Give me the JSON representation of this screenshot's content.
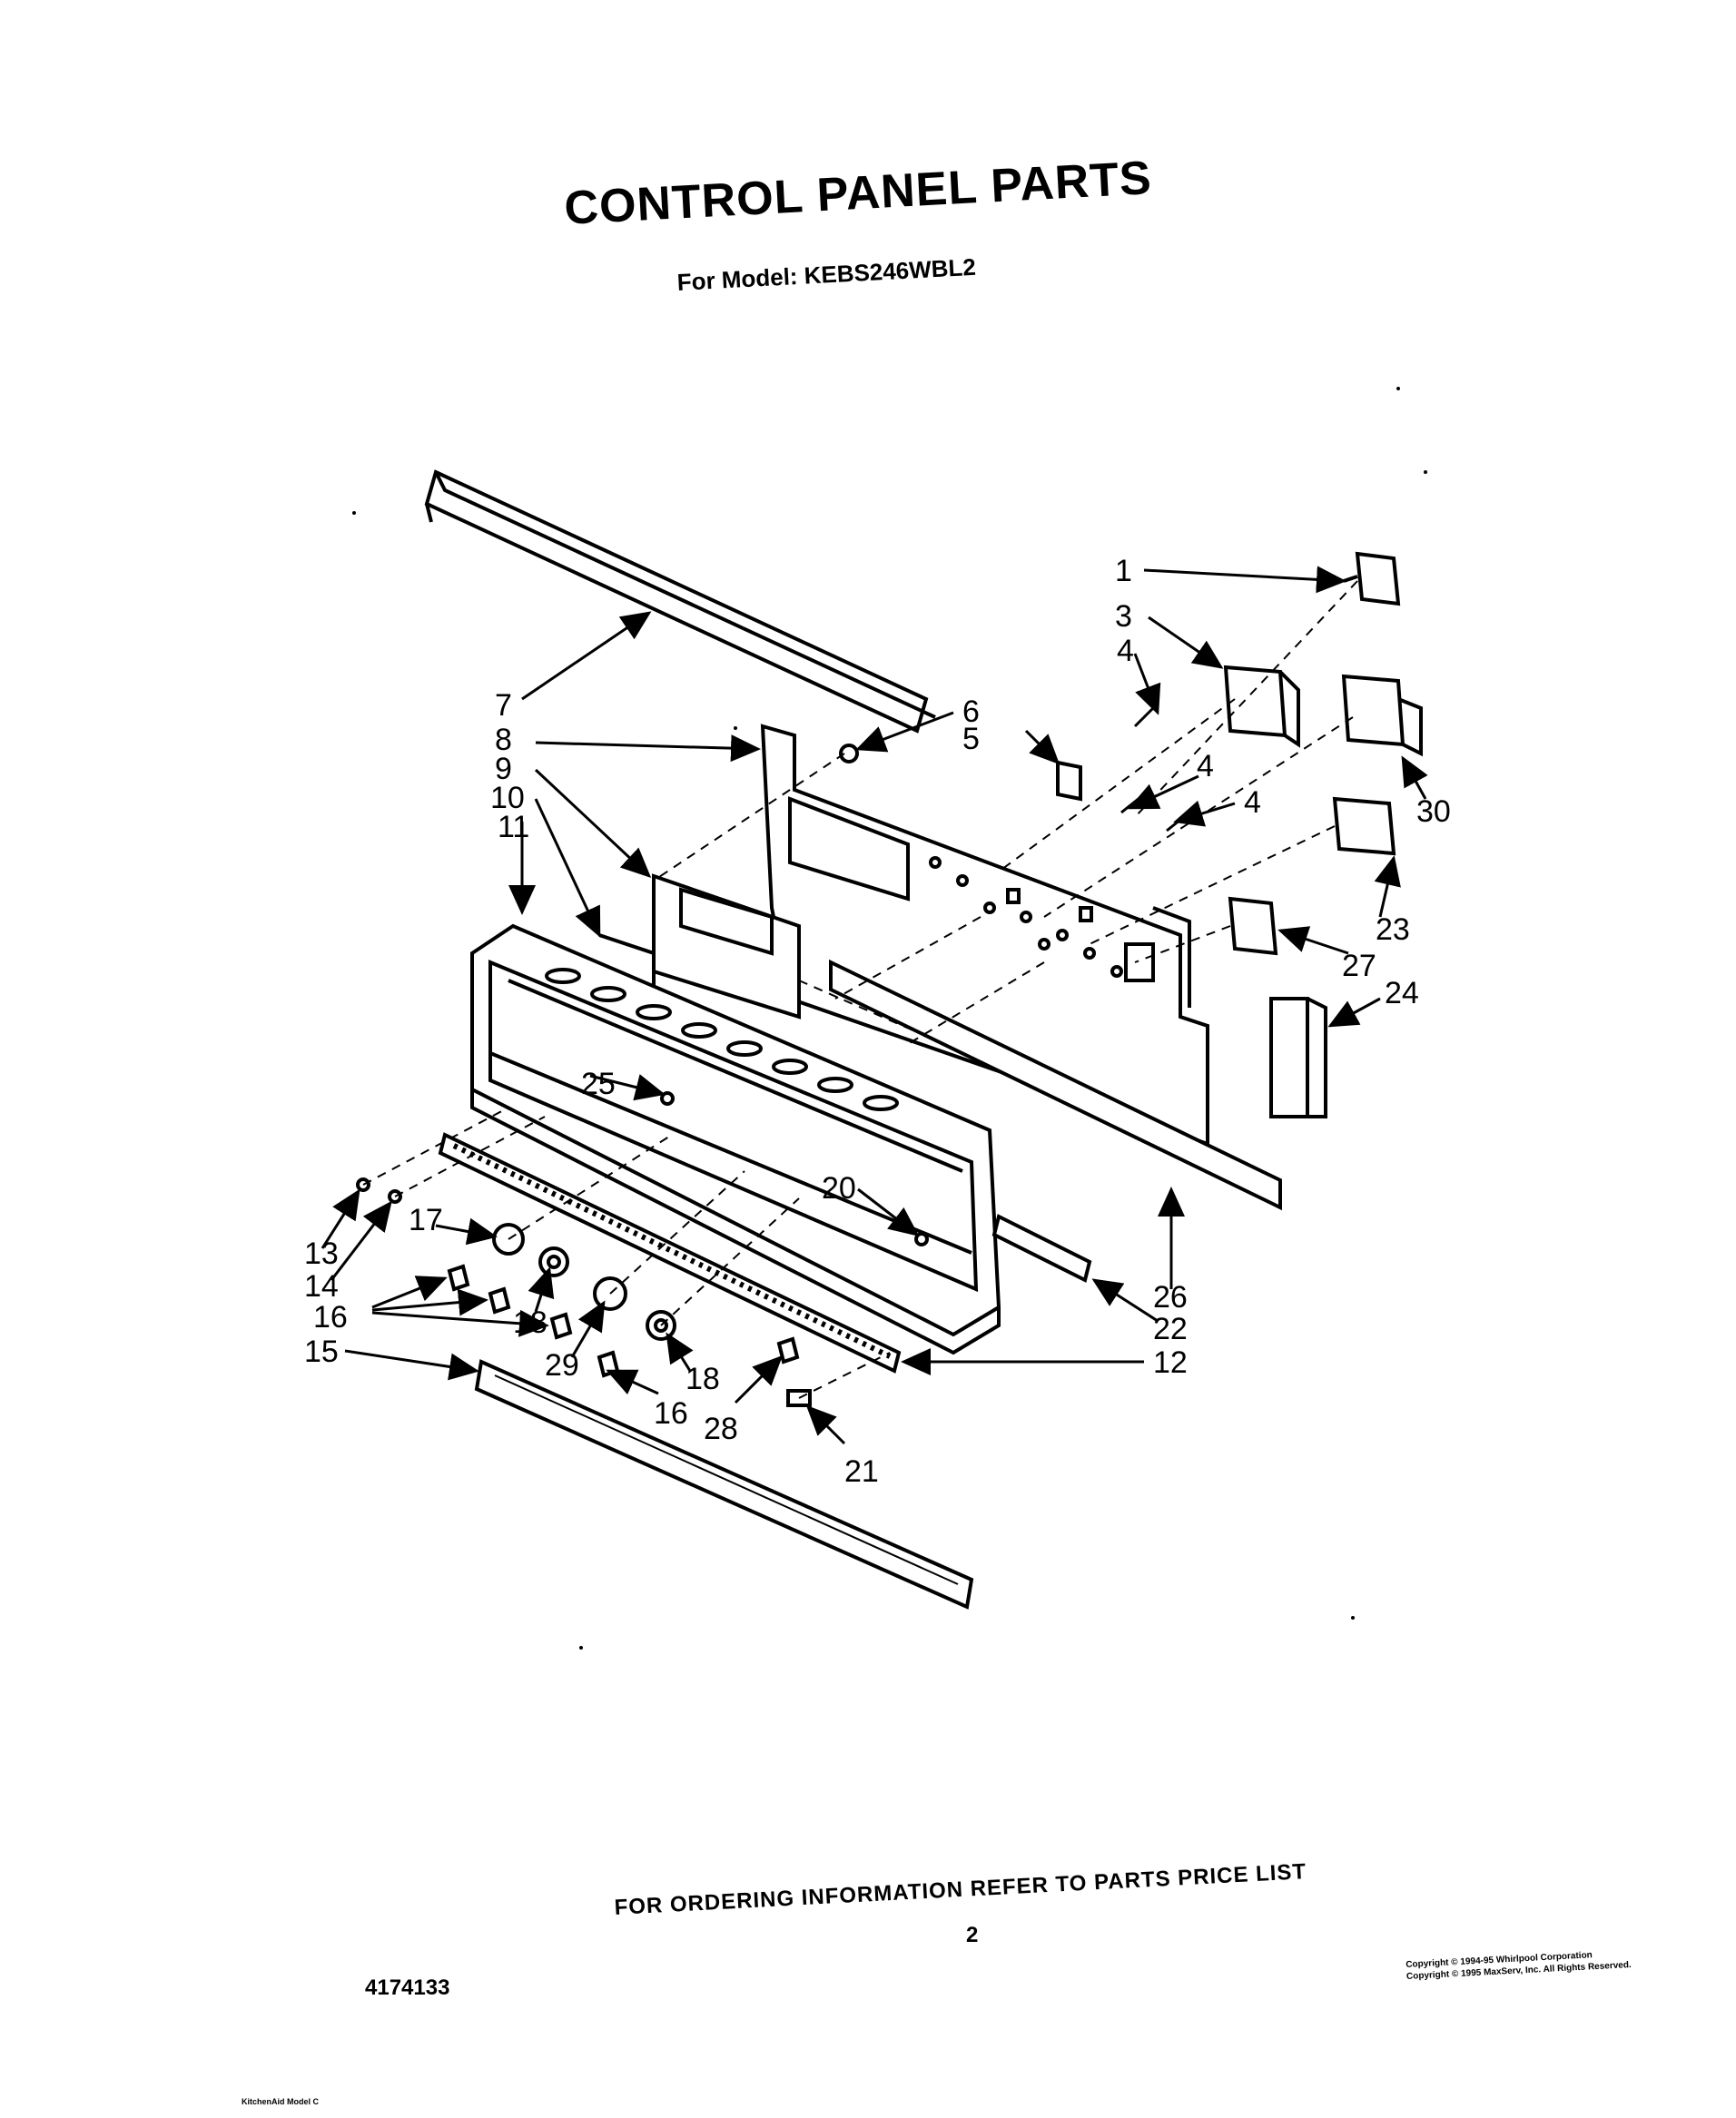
{
  "header": {
    "title": "CONTROL PANEL PARTS",
    "subtitle": "For Model: KEBS246WBL2"
  },
  "diagram": {
    "callouts": {
      "c1": "1",
      "c3": "3",
      "c4a": "4",
      "c4b": "4",
      "c4c": "4",
      "c5": "5",
      "c6": "6",
      "c7": "7",
      "c8": "8",
      "c9": "9",
      "c10": "10",
      "c11": "11",
      "c12": "12",
      "c13": "13",
      "c14": "14",
      "c15": "15",
      "c16a": "16",
      "c16b": "16",
      "c17": "17",
      "c18a": "18",
      "c18b": "18",
      "c20": "20",
      "c21": "21",
      "c22": "22",
      "c23": "23",
      "c24": "24",
      "c25": "25",
      "c26": "26",
      "c27": "27",
      "c28": "28",
      "c29": "29",
      "c30": "30"
    }
  },
  "footer": {
    "ordering_note": "FOR ORDERING INFORMATION REFER TO PARTS PRICE LIST",
    "page_number": "2",
    "document_number": "4174133",
    "copyright_line1": "Copyright © 1994-95 Whirlpool Corporation",
    "copyright_line2": "Copyright © 1995 MaxServ, Inc. All Rights Reserved.",
    "bottom_left_note": "KitchenAid Model C"
  }
}
